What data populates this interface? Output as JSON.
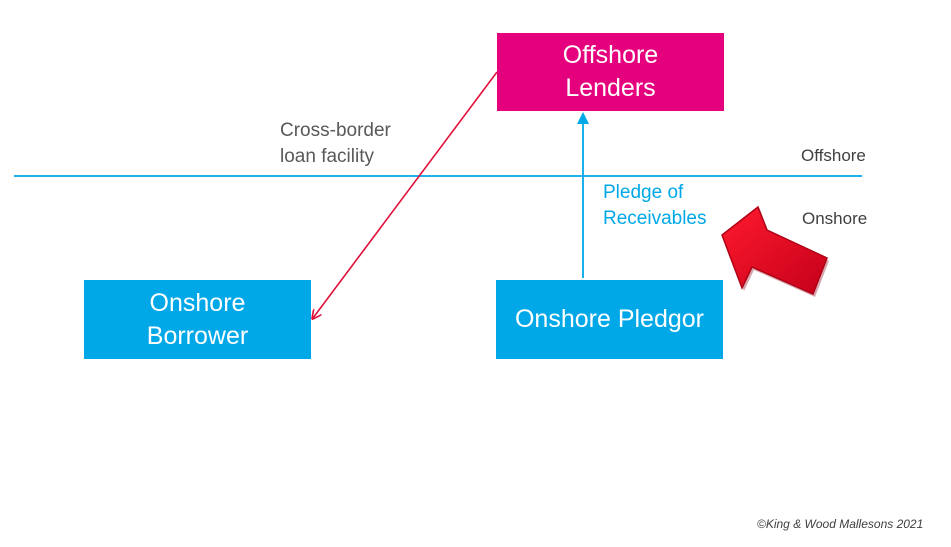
{
  "boxes": {
    "offshore_lenders": {
      "line1": "Offshore",
      "line2": "Lenders"
    },
    "onshore_borrower": {
      "line1": "Onshore",
      "line2": "Borrower"
    },
    "onshore_pledgor": {
      "label": "Onshore Pledgor"
    }
  },
  "labels": {
    "cross_border_line1": "Cross-border",
    "cross_border_line2": "loan facility",
    "pledge_line1": "Pledge of",
    "pledge_line2": "Receivables",
    "offshore_zone": "Offshore",
    "onshore_zone": "Onshore",
    "copyright": "©King & Wood Mallesons 2021"
  },
  "colors": {
    "offshore_box": "#e5007e",
    "onshore_box": "#00a8e8",
    "loan_arrow": "#e0103a",
    "pledge_arrow": "#00a8e8",
    "border_line": "#00a8e8",
    "highlight_arrow": "#e0001b"
  }
}
